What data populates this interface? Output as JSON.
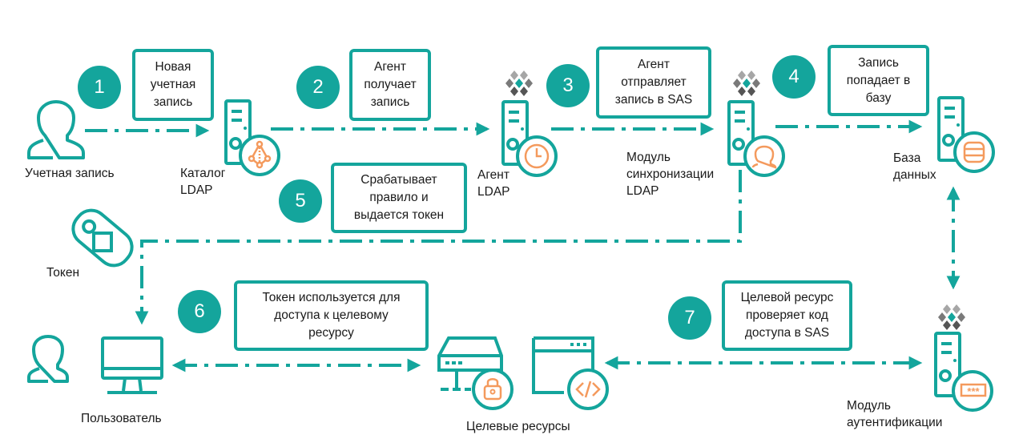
{
  "colors": {
    "primary": "#14a59c",
    "accent": "#f49a5d",
    "gray_light": "#a6a6a6",
    "gray_dark": "#555555"
  },
  "steps": [
    {
      "number": "1",
      "text": "Новая\nучетная\nзапись"
    },
    {
      "number": "2",
      "text": "Агент\nполучает\nзапись"
    },
    {
      "number": "3",
      "text": "Агент\nотправляет\nзапись в SAS"
    },
    {
      "number": "4",
      "text": "Запись\nпопадает в\nбазу"
    },
    {
      "number": "5",
      "text": "Срабатывает\nправило и\nвыдается токен"
    },
    {
      "number": "6",
      "text": "Токен используется для\nдоступа к целевому\nресурсу"
    },
    {
      "number": "7",
      "text": "Целевой ресурс\nпроверяет код\nдоступа в SAS"
    }
  ],
  "nodes": {
    "account": {
      "label": "Учетная запись",
      "icon": "user-icon"
    },
    "ldap_catalog": {
      "label": "Каталог\nLDAP",
      "icon": "server-network-icon"
    },
    "ldap_agent": {
      "label": "Агент\nLDAP",
      "icon": "server-clock-icon"
    },
    "sync_module": {
      "label": "Модуль\nсинхронизации\nLDAP",
      "icon": "server-user-icon"
    },
    "database": {
      "label": "База\nданных",
      "icon": "server-database-icon"
    },
    "token": {
      "label": "Токен",
      "icon": "token-icon"
    },
    "user": {
      "label": "Пользователь",
      "icon": "user-computer-icon"
    },
    "target_resources": {
      "label": "Целевые ресурсы",
      "icon": "resources-icon"
    },
    "auth_module": {
      "label": "Модуль\nаутентификации",
      "icon": "server-password-icon"
    }
  }
}
